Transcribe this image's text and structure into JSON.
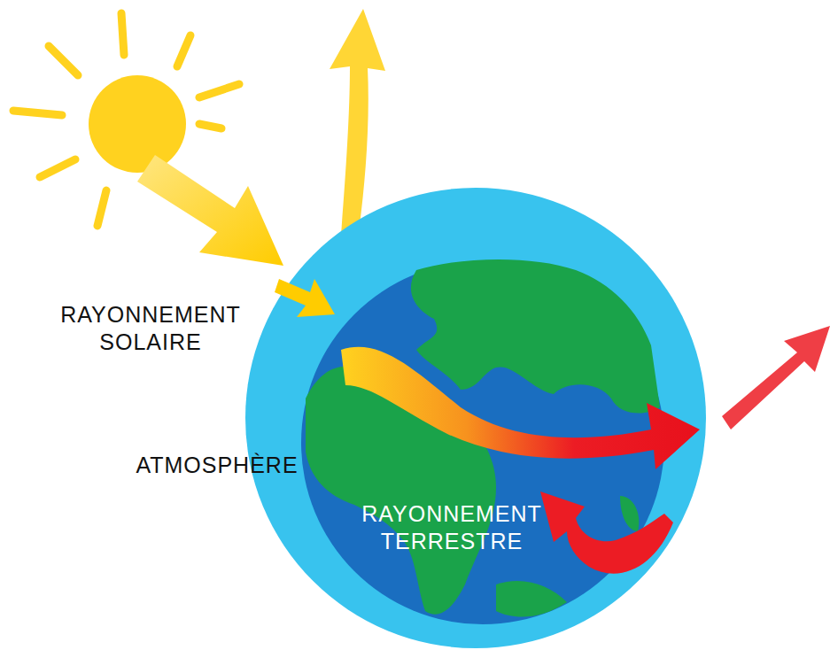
{
  "diagram": {
    "labels": [
      "RAYONNEMENT SOLAIRE",
      "ATMOSPHÈRE",
      "RAYONNEMENT TERRESTRE"
    ]
  }
}
